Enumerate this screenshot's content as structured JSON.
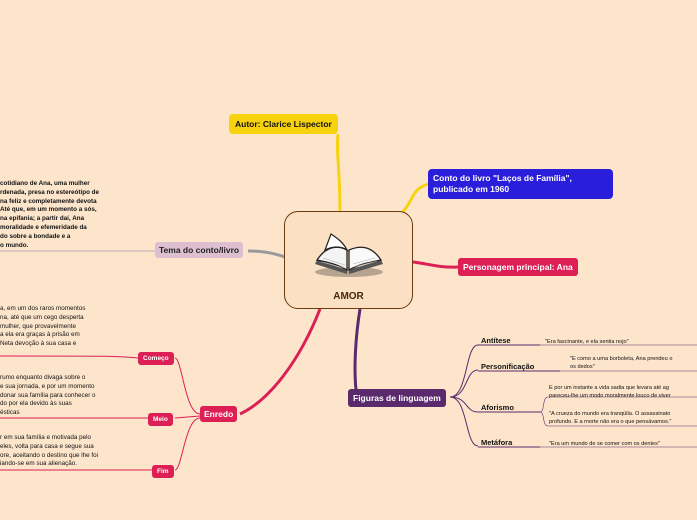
{
  "center": {
    "title": "AMOR"
  },
  "autor": "Autor: Clarice Lispector",
  "conto": "Conto do livro \"Laços de Família\", publicado em 1960",
  "personagem": "Personagem principal: Ana",
  "tema": {
    "label": "Tema do conto/livro",
    "text": "cotidiano de Ana, uma mulher\nrdenada, presa no estereótipo de\nna feliz e completamente devota\nAté que, em um momento a sós,\nna epifania; a partir daí, Ana\nmoralidade e efemeridade da\ndo sobre a bondade e a\no mundo."
  },
  "enredo": {
    "label": "Enredo",
    "comeco": {
      "label": "Começo",
      "text": "a, em um dos raros momentos\nna, até que um cego desperta\nmulher, que provavelmente\na ela era graças à prisão em\nNeta devoção à sua casa e"
    },
    "meio": {
      "label": "Meio",
      "text": "rumo enquanto divaga sobre o\ne sua jornada, e por um momento\ndonar sua família para conhecer o\ndo por ela devido às suas\nésticas"
    },
    "fim": {
      "label": "Fim",
      "text": "r em sua família e motivada pelo\neles, volta para casa e segue sua\nore, aceitando o destino que lhe foi\niando-se em sua alienação."
    }
  },
  "figuras": {
    "label": "Figuras de linguagem",
    "antitese": {
      "label": "Antítese",
      "text": "\"Era fascinante, e ela sentia nojo\""
    },
    "personificacao": {
      "label": "Personificação",
      "text": "\"E como a uma borboleta, Ana prendeu o\nos dedos\""
    },
    "aforismo": {
      "label": "Aforismo",
      "text1": "E por um instante a vida sadia que levara até ag\npareceu-lhe um modo moralmente louco de viver",
      "text2": "\"A crueza do mundo era tranqüila. O assassinato\nprofundo. E a morte não era o que pensávamos.\""
    },
    "metafora": {
      "label": "Metáfora",
      "text": "\"Era um mundo de se comer com os dentes\""
    }
  },
  "colors": {
    "background": "#fde5cc",
    "autor": "#f7d30f",
    "conto": "#2b1edb",
    "personagem": "#dc1f55",
    "tema": "#ddbfd0",
    "enredo": "#dc1f55",
    "figuras": "#5a2a6c"
  },
  "icons": {
    "center": "open-book-icon"
  }
}
